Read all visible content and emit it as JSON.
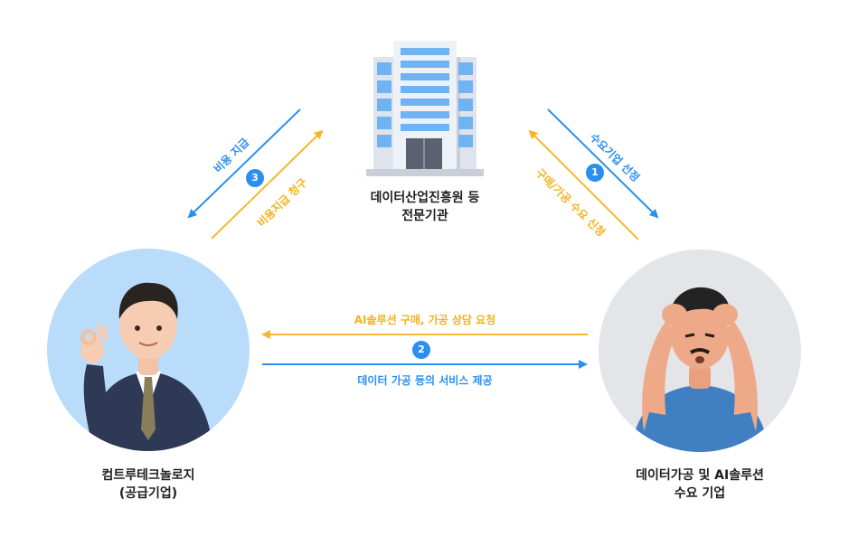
{
  "nodes": {
    "agency": {
      "line1": "데이터산업진흥원 등",
      "line2": "전문기관"
    },
    "supplier": {
      "line1": "컴트루테크놀로지",
      "line2": "(공급기업)"
    },
    "demand": {
      "line1": "데이터가공 및 AI솔루션",
      "line2": "수요 기업"
    }
  },
  "flows": {
    "step1": {
      "number": "1",
      "blue_label": "수요기업 선정",
      "yellow_label": "구매/가공 수요 신청"
    },
    "step2": {
      "number": "2",
      "yellow_label": "AI솔루션 구매, 가공 상담 요청",
      "blue_label": "데이터 가공 등의 서비스 제공"
    },
    "step3": {
      "number": "3",
      "blue_label": "비용 지급",
      "yellow_label": "비용지급 청구"
    }
  },
  "colors": {
    "blue": "#2b8ff0",
    "yellow": "#f5b82a",
    "circle_left": "#b9dcfb",
    "circle_right": "#e3e5e8"
  }
}
